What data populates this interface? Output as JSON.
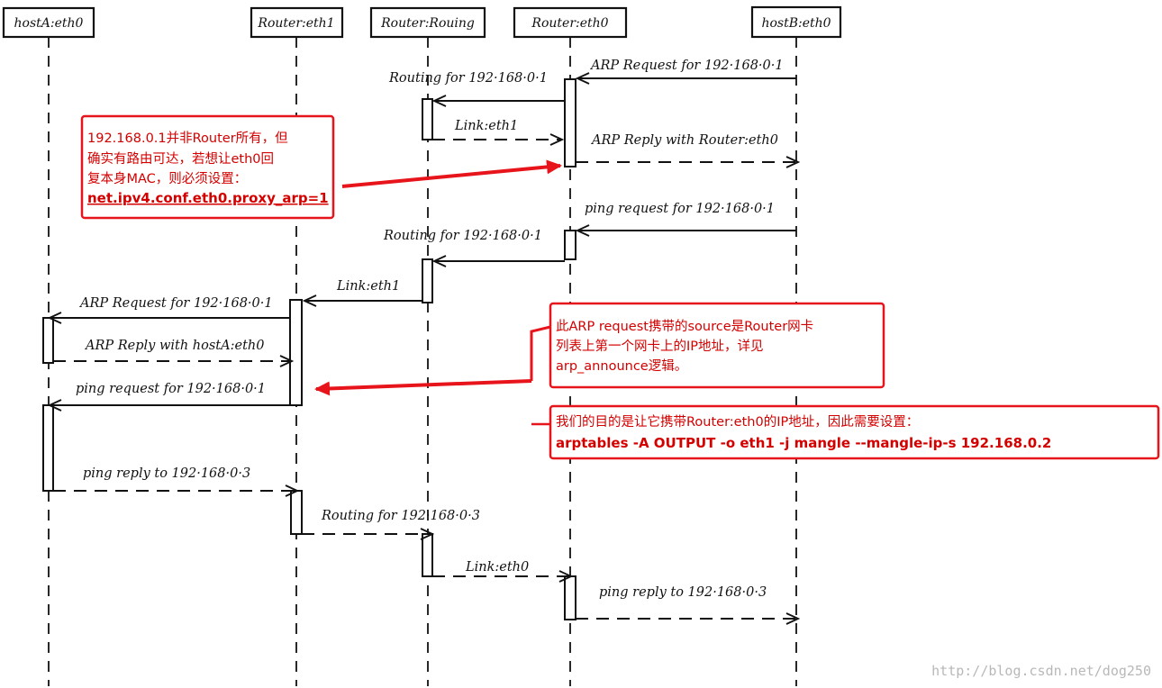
{
  "participants": [
    {
      "id": "hostA",
      "label": "hostA:eth0"
    },
    {
      "id": "r1",
      "label": "Router:eth1"
    },
    {
      "id": "rr",
      "label": "Router:Rouing"
    },
    {
      "id": "r0",
      "label": "Router:eth0"
    },
    {
      "id": "hostB",
      "label": "hostB:eth0"
    }
  ],
  "messages": [
    {
      "id": "m1",
      "text": "ARP Request for 192·168·0·1"
    },
    {
      "id": "m2",
      "text": "Routing for 192·168·0·1"
    },
    {
      "id": "m3",
      "text": "Link:eth1"
    },
    {
      "id": "m4",
      "text": "ARP Reply with Router:eth0"
    },
    {
      "id": "m5",
      "text": "ping request for 192·168·0·1"
    },
    {
      "id": "m6",
      "text": "Routing for 192·168·0·1"
    },
    {
      "id": "m7",
      "text": "Link:eth1"
    },
    {
      "id": "m8",
      "text": "ARP Request for 192·168·0·1"
    },
    {
      "id": "m9",
      "text": "ARP Reply with hostA:eth0"
    },
    {
      "id": "m10",
      "text": "ping request for 192·168·0·1"
    },
    {
      "id": "m11",
      "text": "ping reply to 192·168·0·3"
    },
    {
      "id": "m12",
      "text": "Routing for 192·168·0·3"
    },
    {
      "id": "m13",
      "text": "Link:eth0"
    },
    {
      "id": "m14",
      "text": "ping reply to 192·168·0·3"
    }
  ],
  "notes": {
    "proxy_arp": {
      "lines": [
        "192.168.0.1并非Router所有，但",
        "确实有路由可达，若想让eth0回",
        "复本身MAC，则必须设置："
      ],
      "command": "net.ipv4.conf.eth0.proxy_arp=1"
    },
    "arp_source": {
      "lines": [
        "此ARP request携带的source是Router网卡",
        "列表上第一个网卡上的IP地址，详见",
        "arp_announce逻辑。"
      ]
    },
    "mangle": {
      "line": "我们的目的是让它携带Router:eth0的IP地址，因此需要设置：",
      "command": "arptables -A OUTPUT -o eth1 -j mangle --mangle-ip-s 192.168.0.2"
    }
  },
  "watermark": "http://blog.csdn.net/dog250",
  "colors": {
    "ink": "#111111",
    "accent": "#e8141b"
  }
}
